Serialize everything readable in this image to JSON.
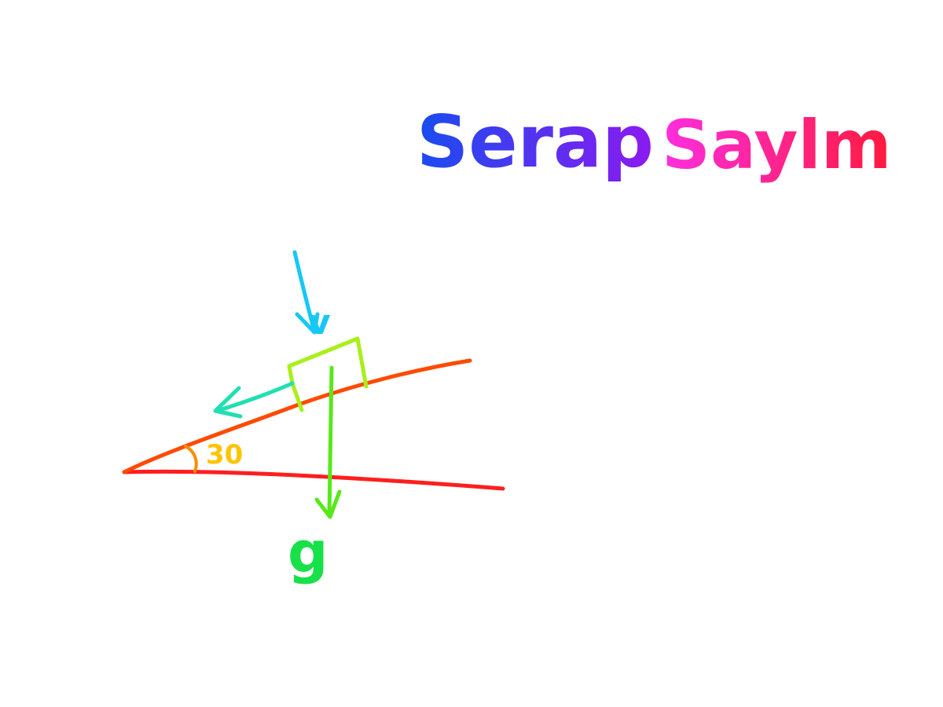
{
  "author_name": {
    "first": "Serap",
    "last": "Saylm"
  },
  "labels": {
    "velocity": "v",
    "angle": "30",
    "gravity": "g"
  },
  "colors": {
    "background": "#ffffff",
    "incline": "#ff4a00",
    "ground": "#ff1e1e",
    "block": "#a8f018",
    "velocity_arrow": "#17c7f5",
    "friction_arrow": "#1fe0b0",
    "gravity_arrow": "#58e81a",
    "angle_arc": "#ff8c00",
    "angle_text": "#ffc400",
    "gravity_text": "#18e048",
    "name_first_start": "#1a4cf0",
    "name_first_end": "#8c1af0",
    "name_last_start": "#ff2ee0",
    "name_last_end": "#ff1a3c"
  }
}
